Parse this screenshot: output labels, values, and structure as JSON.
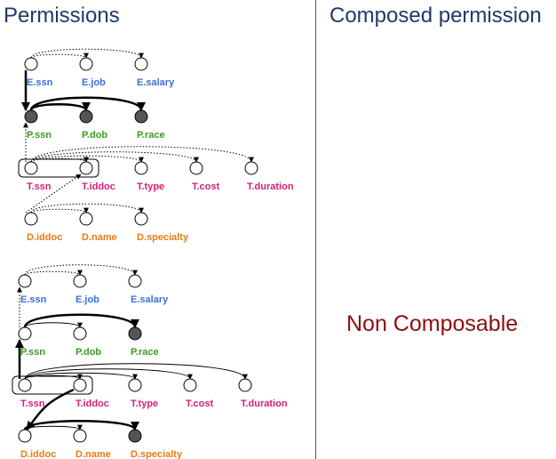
{
  "titles": {
    "left": "Permissions",
    "right": "Composed permission"
  },
  "result_text": "Non Composable",
  "colors": {
    "E": "#3a6fd8",
    "P": "#3c9a1e",
    "T": "#d4207a",
    "D": "#ea7a17",
    "title": "#1f3a68",
    "result": "#8b1010"
  },
  "relations": {
    "E": [
      "E.ssn",
      "E.job",
      "E.salary"
    ],
    "P": [
      "P.ssn",
      "P.dob",
      "P.race"
    ],
    "T": [
      "T.ssn",
      "T.iddoc",
      "T.type",
      "T.cost",
      "T.duration"
    ],
    "D": [
      "D.iddoc",
      "D.name",
      "D.specialty"
    ]
  },
  "diagrams": [
    {
      "filled": [
        "P.ssn",
        "P.dob",
        "P.race"
      ]
    },
    {
      "filled": [
        "P.race",
        "D.specialty"
      ]
    }
  ]
}
